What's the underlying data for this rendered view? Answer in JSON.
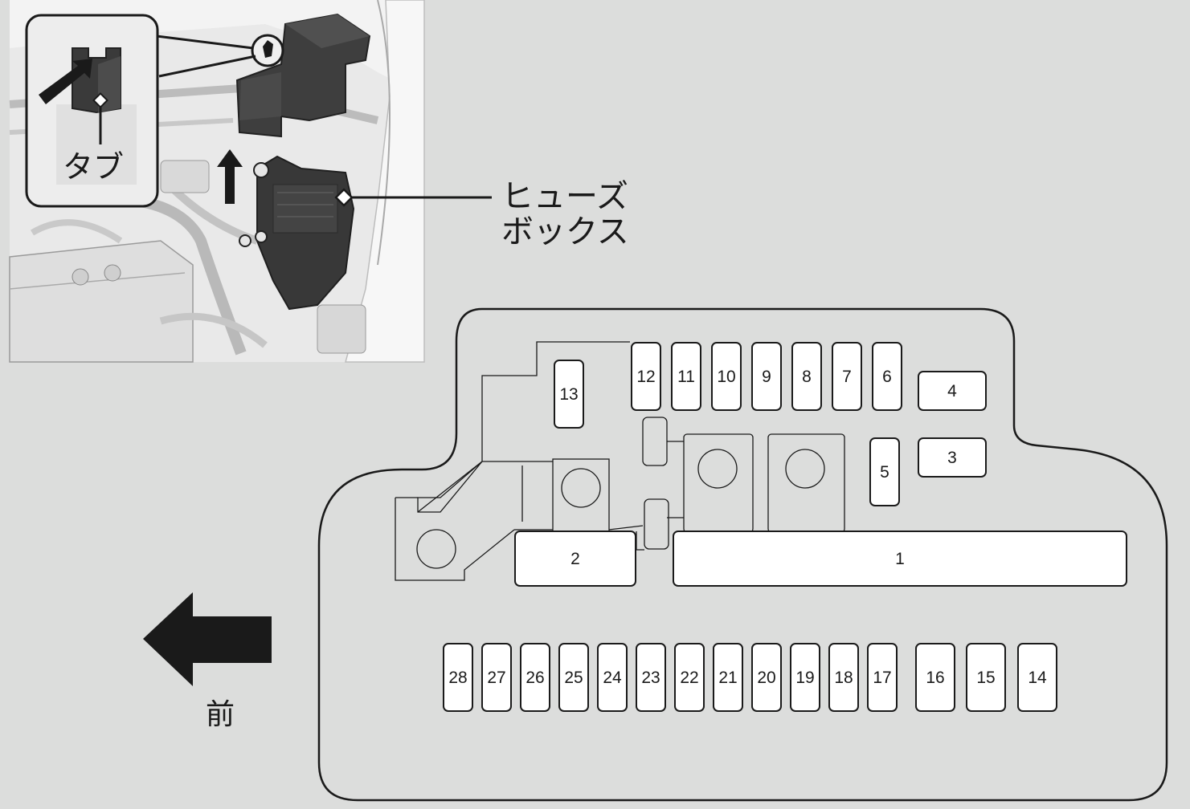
{
  "labels": {
    "tab": "タブ",
    "fuse_box_line1": "ヒューズ",
    "fuse_box_line2": "ボックス",
    "front": "前"
  },
  "fuses": {
    "f1": "1",
    "f2": "2",
    "f3": "3",
    "f4": "4",
    "f5": "5",
    "f6": "6",
    "f7": "7",
    "f8": "8",
    "f9": "9",
    "f10": "10",
    "f11": "11",
    "f12": "12",
    "f13": "13",
    "f14": "14",
    "f15": "15",
    "f16": "16",
    "f17": "17",
    "f18": "18",
    "f19": "19",
    "f20": "20",
    "f21": "21",
    "f22": "22",
    "f23": "23",
    "f24": "24",
    "f25": "25",
    "f26": "26",
    "f27": "27",
    "f28": "28"
  },
  "colors": {
    "background": "#dcdddc",
    "ink": "#1a1a1a",
    "fuse_fill": "#ffffff",
    "photo_bg": "#e9e9e9",
    "dark_part": "#3a3a3a"
  }
}
